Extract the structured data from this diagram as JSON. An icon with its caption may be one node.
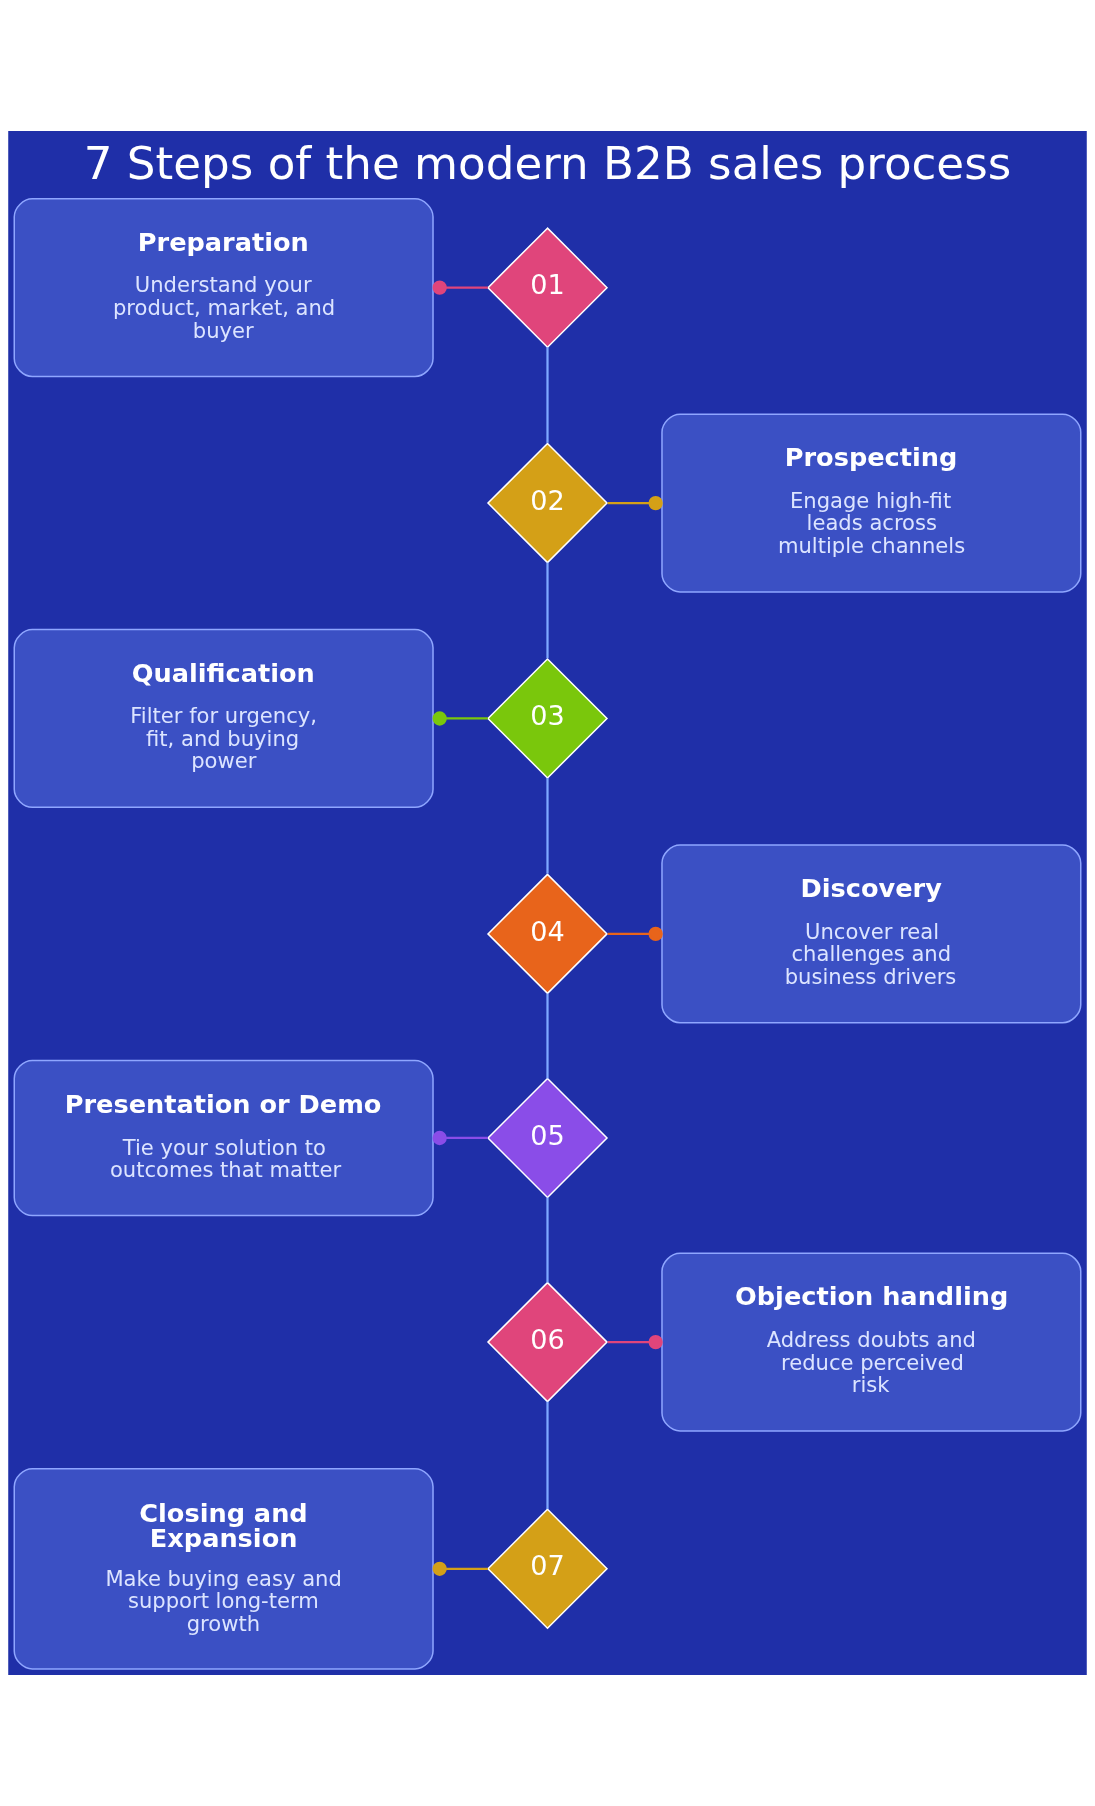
{
  "diagram": {
    "title": "7 Steps of the modern B2B sales process",
    "nodes": [
      {
        "text": [
          "Preparation",
          "Understand your product, market, and buyer"
        ]
      },
      {
        "text": [
          "01"
        ]
      },
      {
        "text": [
          "02"
        ]
      },
      {
        "text": [
          "Prospecting",
          "Engage high-fit leads across multiple channels"
        ]
      },
      {
        "text": [
          "Qualification",
          "Filter for urgency, fit, and buying power"
        ]
      },
      {
        "text": [
          "03"
        ]
      },
      {
        "text": [
          "04"
        ]
      },
      {
        "text": [
          "Discovery",
          "Uncover real challenges and business drivers"
        ]
      },
      {
        "text": [
          "Presentation or Demo",
          "Tie your solution to outcomes that matter"
        ]
      },
      {
        "text": [
          "05"
        ]
      },
      {
        "text": [
          "06"
        ]
      },
      {
        "text": [
          "Objection handling",
          "Address doubts and reduce perceived risk"
        ]
      },
      {
        "text": [
          "Closing and Expansion",
          "Make buying easy and support long-term growth"
        ]
      },
      {
        "text": [
          "07"
        ]
      }
    ],
    "edges": [
      {
        "from": 0,
        "to": 1,
        "arrow": "other",
        "color": "#e0457b"
      },
      {
        "from": 1,
        "to": 2,
        "arrow": "none"
      },
      {
        "from": 3,
        "to": 2,
        "arrow": "other",
        "color": "#d4a017"
      },
      {
        "from": 2,
        "to": 5,
        "arrow": "none"
      },
      {
        "from": 4,
        "to": 5,
        "arrow": "other",
        "color": "#7ac70c"
      },
      {
        "from": 5,
        "to": 6,
        "arrow": "none"
      },
      {
        "from": 7,
        "to": 6,
        "arrow": "other",
        "color": "#e8641b"
      },
      {
        "from": 6,
        "to": 9,
        "arrow": "none"
      },
      {
        "from": 8,
        "to": 9,
        "arrow": "other",
        "color": "#8a4de8"
      },
      {
        "from": 9,
        "to": 10,
        "arrow": "none"
      },
      {
        "from": 11,
        "to": 10,
        "arrow": "other",
        "color": "#e0457b"
      },
      {
        "from": 10,
        "to": 13,
        "arrow": "none"
      },
      {
        "from": 12,
        "to": 13,
        "arrow": "other",
        "color": "#d4a017"
      }
    ]
  }
}
